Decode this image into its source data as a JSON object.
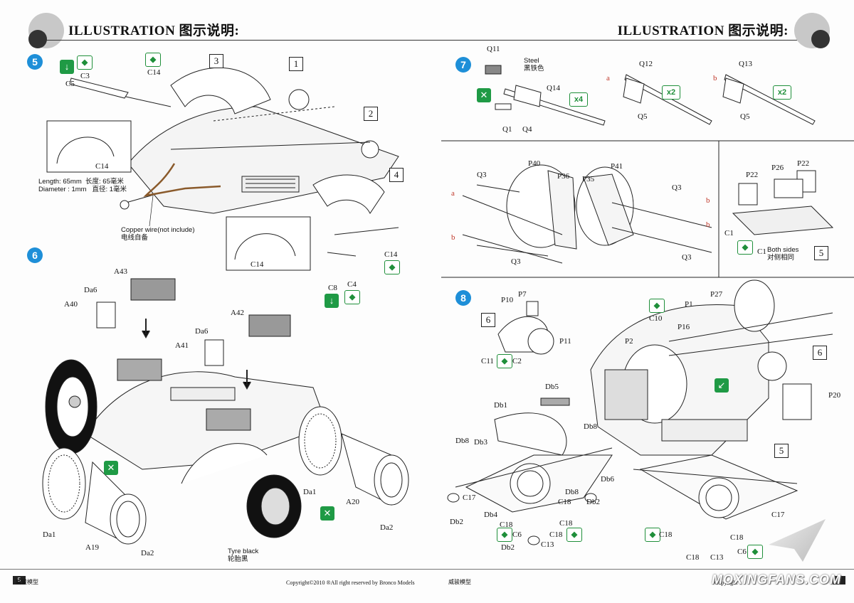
{
  "header": {
    "title_left": "ILLUSTRATION 图示说明:",
    "title_right": "ILLUSTRATION 图示说明:"
  },
  "steps": [
    "5",
    "6",
    "7",
    "8"
  ],
  "step5": {
    "refs": [
      "3",
      "1",
      "2",
      "4"
    ],
    "labels": {
      "c3": "C3",
      "c5": "C5",
      "c14a": "C14",
      "c14b": "C14",
      "c14c": "C14",
      "c14d": "C14",
      "c8": "C8",
      "c4": "C4"
    },
    "wire_note": {
      "length": "Length: 65mm",
      "length_cn": "长度: 65毫米",
      "diameter": "Diameter : 1mm",
      "diameter_cn": "直径: 1毫米"
    },
    "copper": {
      "en": "Copper wire(not include)",
      "cn": "电线自备"
    }
  },
  "step6": {
    "labels": {
      "a43": "A43",
      "da6a": "Da6",
      "a40": "A40",
      "a42": "A42",
      "da6b": "Da6",
      "a41": "A41",
      "a20": "A20",
      "da1a": "Da1",
      "da1b": "Da1",
      "a19": "A19",
      "da2a": "Da2",
      "da2b": "Da2"
    },
    "tyre": {
      "en": "Tyre black",
      "cn": "轮胎黑"
    }
  },
  "step7": {
    "labels": {
      "q11": "Q11",
      "q1": "Q1",
      "q4": "Q4",
      "q14": "Q14",
      "q12": "Q12",
      "q5a": "Q5",
      "q13": "Q13",
      "q5b": "Q5",
      "q3a": "Q3",
      "p40": "P40",
      "p36": "P36",
      "p41": "P41",
      "p35": "P35",
      "q3b": "Q3",
      "q3c": "Q3",
      "q3d": "Q3",
      "p22a": "P22",
      "p26": "P26",
      "p22b": "P22",
      "c1a": "C1",
      "c1b": "C1"
    },
    "steel": {
      "en": "Steel",
      "cn": "黑铁色"
    },
    "counts": [
      "x4",
      "x2",
      "x2"
    ],
    "marks": {
      "a1": "a",
      "b1": "b",
      "a2": "a",
      "b2": "b",
      "a3": "b",
      "b3": "b"
    },
    "both": {
      "en": "Both sides",
      "cn": "对侧相同"
    },
    "ref5": "5"
  },
  "step8": {
    "labels": {
      "p10": "P10",
      "p7": "P7",
      "p11": "P11",
      "c11": "C11",
      "c2": "C2",
      "p1": "P1",
      "p27": "P27",
      "c10": "C10",
      "p16": "P16",
      "p2": "P2",
      "p20": "P20",
      "db5": "Db5",
      "db1": "Db1",
      "db8a": "Db8",
      "db3": "Db3",
      "db8b": "Db8",
      "db6": "Db6",
      "db8c": "Db8",
      "db2a": "Db2",
      "c17a": "C17",
      "db2b": "Db2",
      "db4": "Db4",
      "c18a": "C18",
      "c18b": "C18",
      "c6a": "C6",
      "c18c": "C18",
      "c18d": "C18",
      "c13a": "C13",
      "db2c": "Db2",
      "c17b": "C17",
      "c18e": "C18",
      "c18f": "C18",
      "c18g": "C18",
      "c13b": "C13",
      "c6b": "C6"
    },
    "refs": [
      "6",
      "6",
      "5"
    ]
  },
  "footer": {
    "left_brand": "威骏模型",
    "left_copyright": "Copyright©2010  ®All right reserved by Bronco Models",
    "right_brand": "威骏模型",
    "right_copyright": "Copyright",
    "page_left": "5",
    "page_right": "6",
    "watermark": "MOXINGFANS.COM"
  },
  "colors": {
    "step_badge": "#1e8fd8",
    "paint_green": "#1f9a45",
    "copper_wire": "#8a5a2b"
  }
}
